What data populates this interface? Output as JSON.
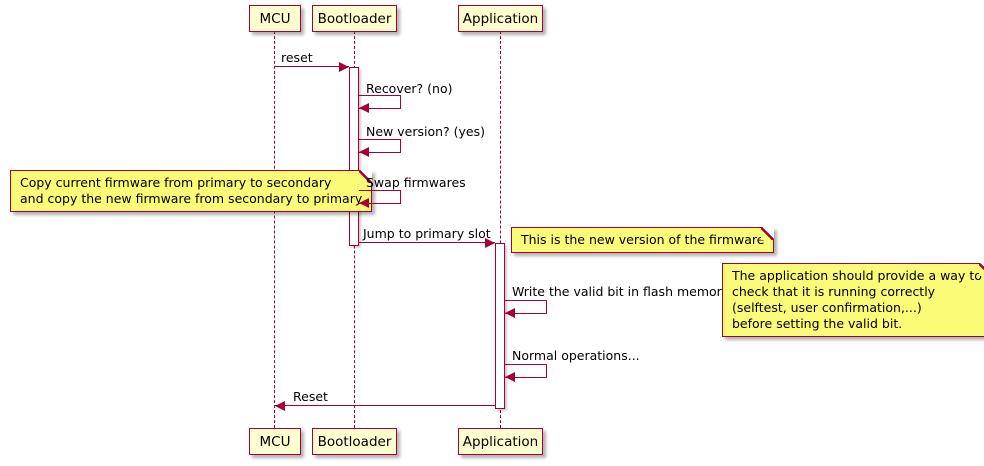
{
  "participants": [
    {
      "label": "MCU"
    },
    {
      "label": "Bootloader"
    },
    {
      "label": "Application"
    }
  ],
  "messages": {
    "reset": "reset",
    "recover": "Recover? (no)",
    "new_version": "New version? (yes)",
    "swap": "Swap firmwares",
    "jump": "Jump to primary slot",
    "write_valid": "Write the valid bit in flash memory",
    "normal_ops": "Normal operations...",
    "reset_back": "Reset"
  },
  "notes": {
    "copy_firmware": "Copy current firmware from primary to secondary\nand copy the new firmware from secondary to primary",
    "new_version_note": "This is the new version of the firmware",
    "valid_bit": "The application should provide a way to\ncheck that it is running correctly\n(selftest, user confirmation,...)\nbefore setting the valid bit."
  },
  "colors": {
    "line": "#A80036",
    "participant_fill": "#FEFECE",
    "note_fill": "#FBFB77",
    "background": "#FFFFFF",
    "text": "#000000"
  }
}
